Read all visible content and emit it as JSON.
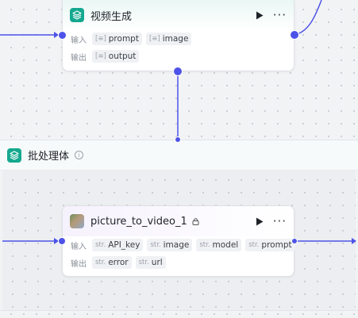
{
  "colors": {
    "accent": "#4d53e8",
    "node_icon": "#14a88f",
    "canvas_bg": "#f2f3f5"
  },
  "video_node": {
    "title": "视频生成",
    "input_label": "输入",
    "output_label": "输出",
    "inputs": [
      {
        "type_icon": "array-icon",
        "name": "prompt"
      },
      {
        "type_icon": "array-icon",
        "name": "image"
      }
    ],
    "outputs": [
      {
        "type_icon": "array-icon",
        "name": "output"
      }
    ],
    "icons": [
      "layers-icon",
      "play-icon",
      "more-icon"
    ]
  },
  "batch": {
    "title": "批处理体",
    "icons": [
      "layers-icon",
      "info-icon"
    ]
  },
  "plugin_node": {
    "title": "picture_to_video_1",
    "input_label": "输入",
    "output_label": "输出",
    "inputs": [
      {
        "type": "str.",
        "name": "API_key"
      },
      {
        "type": "str.",
        "name": "image"
      },
      {
        "type": "str.",
        "name": "model"
      },
      {
        "type": "str.",
        "name": "prompt"
      }
    ],
    "outputs": [
      {
        "type": "str.",
        "name": "error"
      },
      {
        "type": "str.",
        "name": "url"
      }
    ],
    "icons": [
      "thumbnail-icon",
      "lock-icon",
      "play-icon",
      "more-icon"
    ]
  }
}
